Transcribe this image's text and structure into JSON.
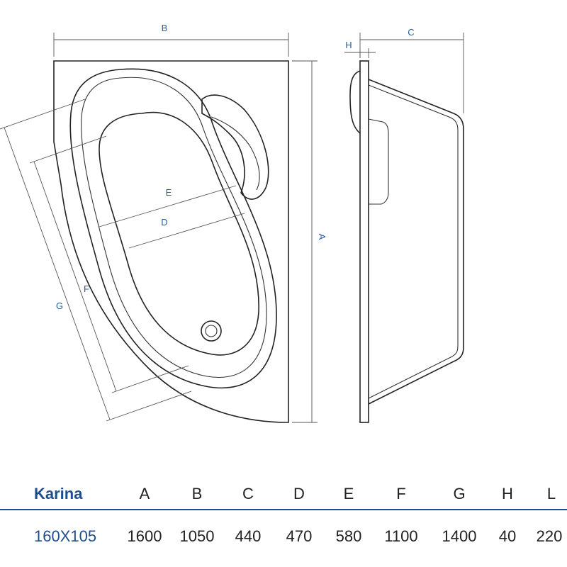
{
  "diagram": {
    "dimension_labels": {
      "A": "A",
      "B": "B",
      "C": "C",
      "D": "D",
      "E": "E",
      "F": "F",
      "G": "G",
      "H": "H"
    }
  },
  "table": {
    "model_name": "Karina",
    "model_size": "160X105",
    "columns": [
      "A",
      "B",
      "C",
      "D",
      "E",
      "F",
      "G",
      "H",
      "L"
    ],
    "values": [
      "1600",
      "1050",
      "440",
      "470",
      "580",
      "1100",
      "1400",
      "40",
      "220"
    ]
  },
  "colors": {
    "accent": "#1f4e8c",
    "label_blue": "#2a5caa",
    "line": "#222222"
  }
}
